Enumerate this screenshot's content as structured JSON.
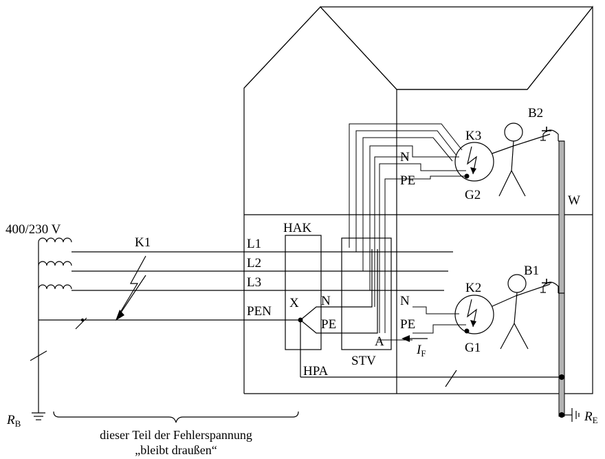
{
  "labels": {
    "voltage": "400/230 V",
    "k1": "K1",
    "l1": "L1",
    "l2": "L2",
    "l3": "L3",
    "pen": "PEN",
    "hak": "HAK",
    "x": "X",
    "n_hak": "N",
    "pe_hak": "PE",
    "n_lower": "N",
    "pe_lower": "PE",
    "n_upper": "N",
    "pe_upper": "PE",
    "a": "A",
    "stv": "STV",
    "hpa": "HPA",
    "k2": "K2",
    "k3": "K3",
    "g1": "G1",
    "g2": "G2",
    "b1": "B1",
    "b2": "B2",
    "w": "W",
    "if_main": "I",
    "if_sub": "F",
    "rb_main": "R",
    "rb_sub": "B",
    "re_main": "R",
    "re_sub": "E"
  },
  "caption": {
    "line1": "dieser Teil der Fehlerspannung",
    "line2": "„bleibt draußen“"
  },
  "colors": {
    "line": "#000000",
    "water_pipe": "#b3b3b3",
    "background": "#ffffff"
  }
}
